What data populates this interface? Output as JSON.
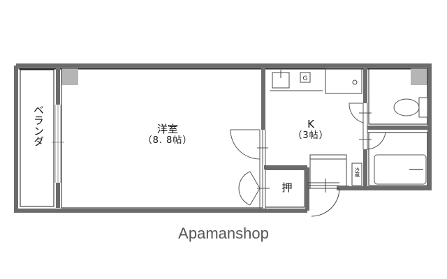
{
  "floor_plan": {
    "rooms": {
      "balcony": {
        "name": "ベランダ"
      },
      "western_room": {
        "name": "洋室",
        "size": "（8. 8帖）"
      },
      "kitchen": {
        "name": "K",
        "size": "（3帖）"
      },
      "closet": {
        "name": "押"
      },
      "toilet": {
        "name": ""
      },
      "bath": {
        "name": ""
      }
    },
    "fixtures": {
      "washer_label": "冷蔵"
    }
  },
  "brand": {
    "text": "Apamanshop"
  },
  "colors": {
    "wall": "#6b6b6b",
    "wall_dark": "#555555",
    "line": "#444444",
    "fixture_fill": "#b5b5b5",
    "background": "#ffffff"
  }
}
